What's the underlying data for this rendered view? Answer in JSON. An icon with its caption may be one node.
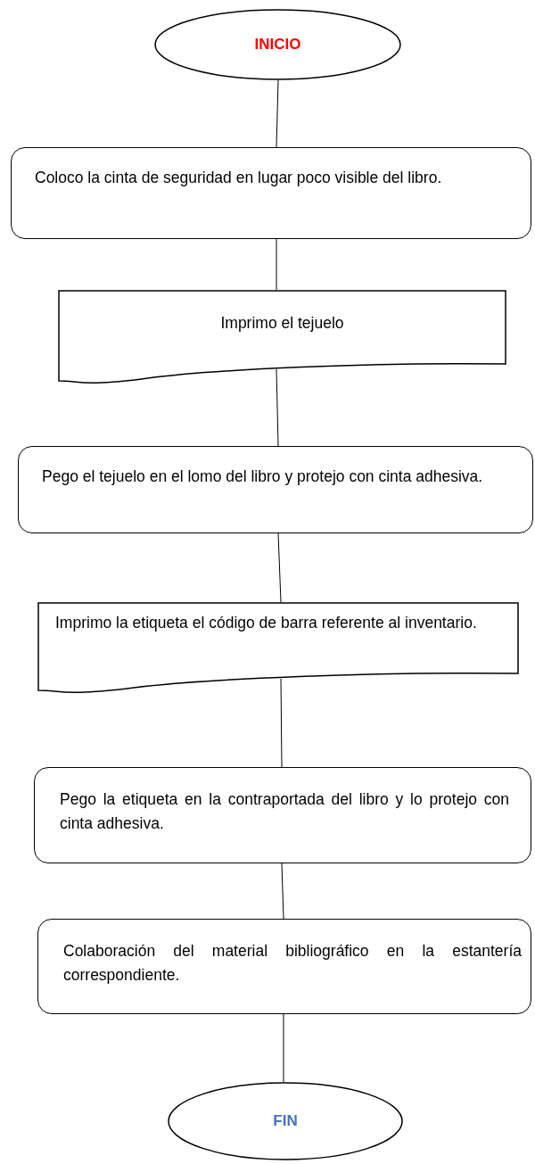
{
  "diagram": {
    "nodes": [
      {
        "text": [
          "INICIO"
        ]
      },
      {
        "text": [
          "Coloco la cinta de seguridad en lugar poco visible del libro."
        ]
      },
      {
        "text": [
          "Imprimo el tejuelo"
        ]
      },
      {
        "text": [
          "Pego el tejuelo en el lomo del libro y protejo con cinta adhesiva."
        ]
      },
      {
        "text": [
          "Imprimo la etiqueta el código de barra referente al inventario."
        ]
      },
      {
        "text": [
          "Pego la etiqueta en la contraportada del libro y lo protejo con cinta adhesiva."
        ]
      },
      {
        "text": [
          "Colaboración del material bibliográfico en la estantería correspondiente."
        ]
      },
      {
        "text": [
          "FIN"
        ]
      }
    ],
    "edges": [
      {
        "from": 0,
        "to": 1,
        "arrow": "none"
      },
      {
        "from": 1,
        "to": 2,
        "arrow": "none"
      },
      {
        "from": 2,
        "to": 3,
        "arrow": "none"
      },
      {
        "from": 3,
        "to": 4,
        "arrow": "none"
      },
      {
        "from": 4,
        "to": 5,
        "arrow": "none"
      },
      {
        "from": 5,
        "to": 6,
        "arrow": "none"
      },
      {
        "from": 6,
        "to": 7,
        "arrow": "none"
      }
    ]
  }
}
